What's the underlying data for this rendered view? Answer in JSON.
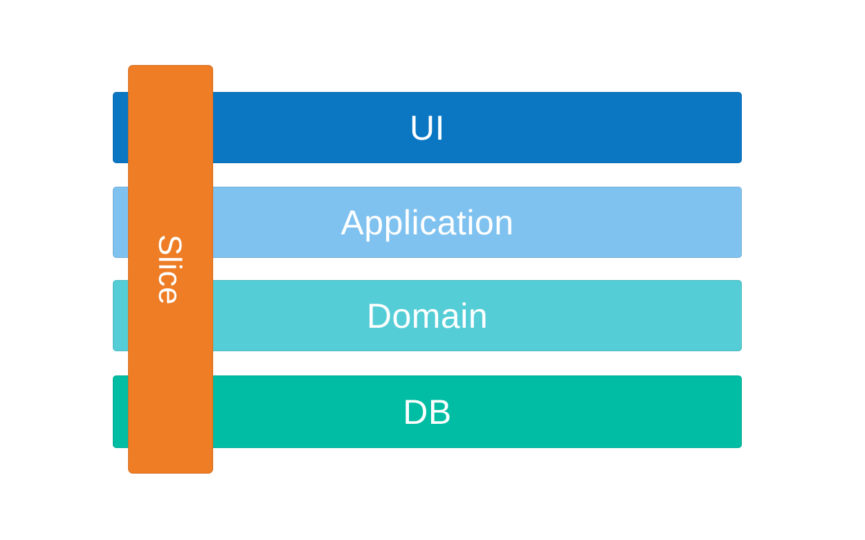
{
  "diagram": {
    "background_color": "#FFFFFF",
    "text_color": "#FFFFFF",
    "layers": [
      {
        "id": "ui",
        "label": "UI",
        "color": "#0B77C2"
      },
      {
        "id": "application",
        "label": "Application",
        "color": "#7FC2F0"
      },
      {
        "id": "domain",
        "label": "Domain",
        "color": "#55CDD6"
      },
      {
        "id": "db",
        "label": "DB",
        "color": "#00BDA3"
      }
    ],
    "slice": {
      "label": "Slice",
      "color": "#EE7D25"
    }
  }
}
